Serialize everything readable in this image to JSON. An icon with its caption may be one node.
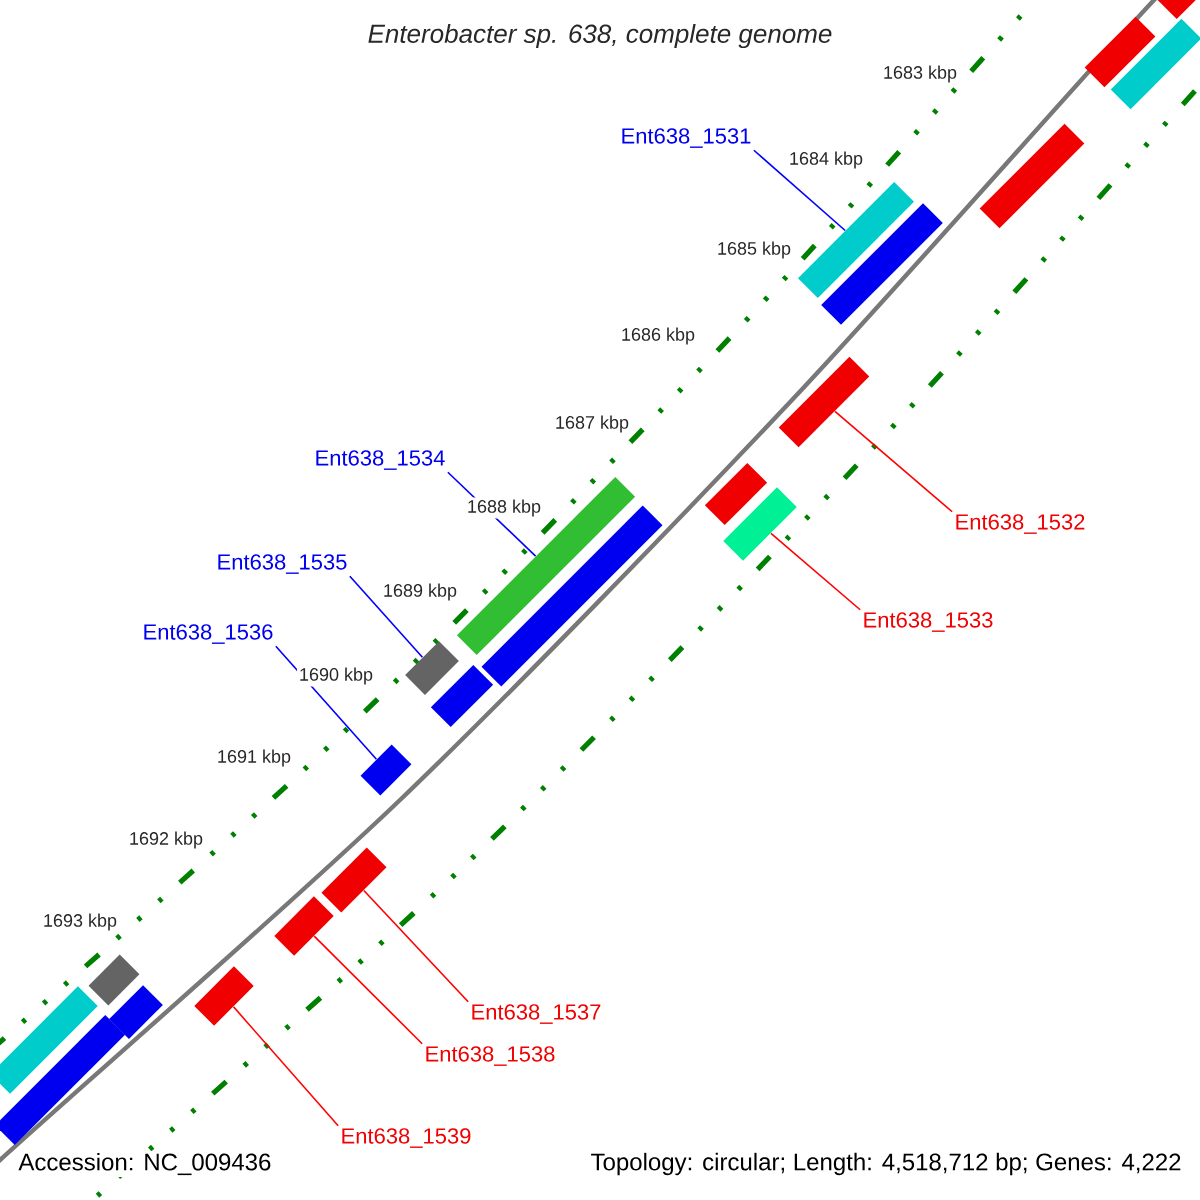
{
  "diagram": {
    "title": "Enterobacter sp. 638, complete genome",
    "nodes": [
      {
        "text": [
          "Ent638_1531"
        ]
      },
      {
        "text": [
          "Ent638_1534"
        ]
      },
      {
        "text": [
          "Ent638_1535"
        ]
      },
      {
        "text": [
          "Ent638_1536"
        ]
      },
      {
        "text": [
          "Ent638_1532"
        ]
      },
      {
        "text": [
          "Ent638_1533"
        ]
      },
      {
        "text": [
          "Ent638_1537"
        ]
      },
      {
        "text": [
          "Ent638_1538"
        ]
      },
      {
        "text": [
          "Ent638_1539"
        ]
      },
      {
        "text": [],
        "shape": "bar"
      },
      {
        "text": [],
        "shape": "bar"
      },
      {
        "text": [],
        "shape": "bar"
      },
      {
        "text": [],
        "shape": "bar"
      },
      {
        "text": [],
        "shape": "bar"
      },
      {
        "text": [],
        "shape": "bar"
      },
      {
        "text": [],
        "shape": "bar"
      },
      {
        "text": [],
        "shape": "bar"
      },
      {
        "text": [],
        "shape": "bar"
      },
      {
        "text": [],
        "shape": "bar"
      },
      {
        "text": [],
        "shape": "bar"
      },
      {
        "text": [],
        "shape": "bar"
      },
      {
        "text": [],
        "shape": "bar"
      },
      {
        "text": [],
        "shape": "bar"
      },
      {
        "text": [],
        "shape": "bar"
      },
      {
        "text": [],
        "shape": "bar"
      },
      {
        "text": [],
        "shape": "bar"
      },
      {
        "text": [],
        "shape": "bar"
      },
      {
        "text": [],
        "shape": "bar"
      },
      {
        "text": [],
        "shape": "bar"
      },
      {
        "text": [],
        "shape": "bar"
      }
    ],
    "edges": [
      {
        "from": 0,
        "to": 9,
        "arrow": "none",
        "color": "#0000ff"
      },
      {
        "from": 1,
        "to": 10,
        "arrow": "none",
        "color": "#0000ff"
      },
      {
        "from": 2,
        "to": 11,
        "arrow": "none",
        "color": "#0000ff"
      },
      {
        "from": 3,
        "to": 12,
        "arrow": "none",
        "color": "#0000ff"
      },
      {
        "from": 4,
        "to": 13,
        "arrow": "none",
        "color": "#ff0000"
      },
      {
        "from": 5,
        "to": 14,
        "arrow": "none",
        "color": "#ff0000"
      },
      {
        "from": 6,
        "to": 15,
        "arrow": "none",
        "color": "#ff0000"
      },
      {
        "from": 7,
        "to": 16,
        "arrow": "none",
        "color": "#ff0000"
      },
      {
        "from": 8,
        "to": 17,
        "arrow": "none",
        "color": "#ff0000"
      }
    ],
    "labels": [
      "1683 kbp",
      "1684 kbp",
      "1685 kbp",
      "1686 kbp",
      "1687 kbp",
      "1688 kbp",
      "1689 kbp",
      "1690 kbp",
      "1691 kbp",
      "1692 kbp",
      "1693 kbp",
      "Accession: NC_009436",
      "Topology: circular; Length: 4,518,712 bp; Genes: 4,222"
    ]
  }
}
